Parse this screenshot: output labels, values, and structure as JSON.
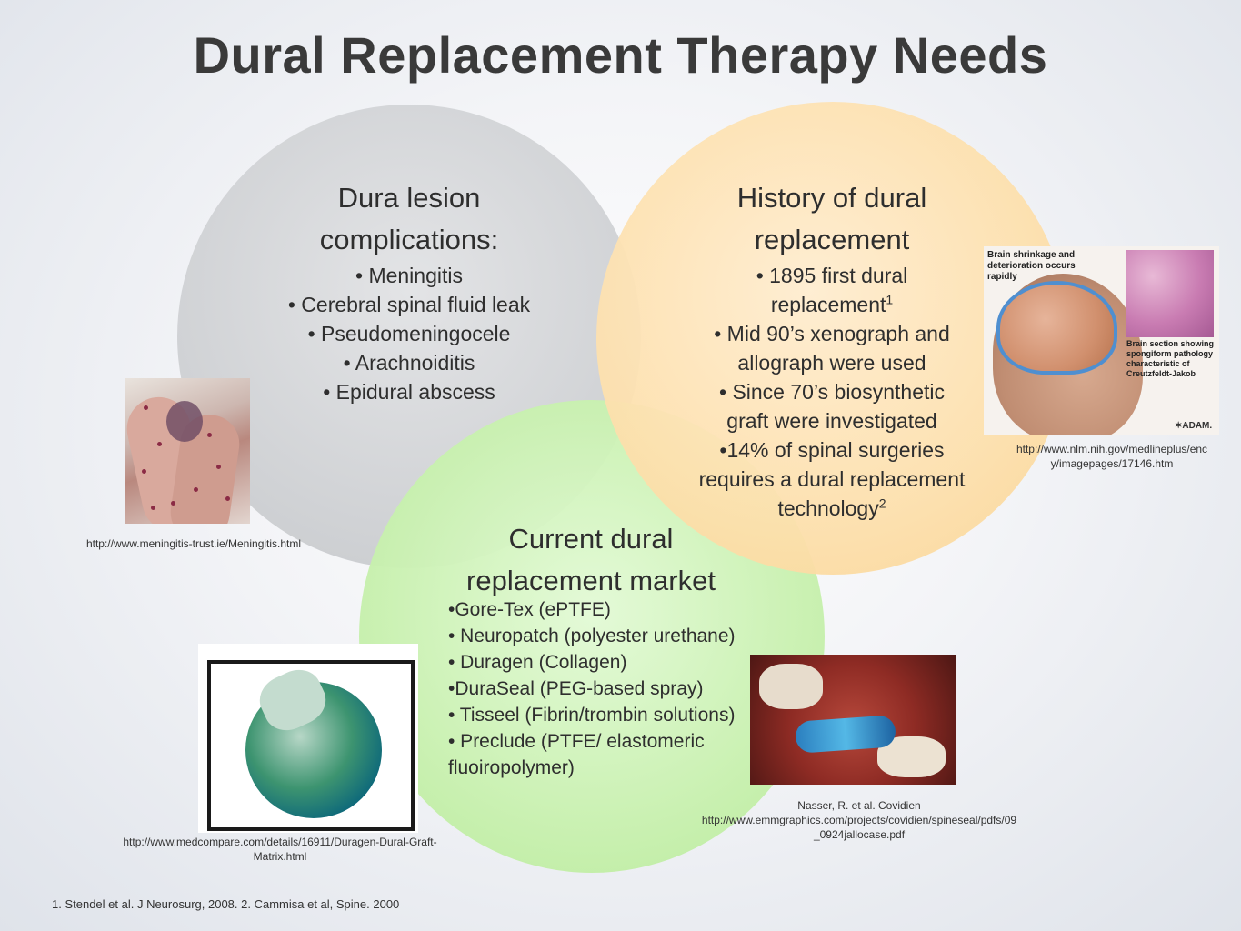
{
  "title": "Dural Replacement Therapy Needs",
  "gray_circle": {
    "heading_line1": "Dura lesion",
    "heading_line2": "complications:",
    "items": [
      "• Meningitis",
      "• Cerebral spinal fluid leak",
      "• Pseudomeningocele",
      "• Arachnoiditis",
      "• Epidural abscess"
    ]
  },
  "orange_circle": {
    "heading_line1": "History of dural",
    "heading_line2": "replacement",
    "item1_line1": "• 1895 first dural",
    "item1_line2": "replacement",
    "item1_sup": "1",
    "item2_line1": "• Mid 90’s xenograph and",
    "item2_line2": "allograph were used",
    "item3_line1": "• Since 70’s biosynthetic",
    "item3_line2": "graft were investigated",
    "item4_line1": "•14% of spinal surgeries",
    "item4_line2": "requires a dural replacement",
    "item4_line3": "technology",
    "item4_sup": "2"
  },
  "green_circle": {
    "heading_line1": "Current dural",
    "heading_line2": "replacement  market",
    "items": [
      "•Gore-Tex (ePTFE)",
      "• Neuropatch (polyester urethane)",
      "• Duragen (Collagen)",
      "•DuraSeal (PEG-based spray)",
      "• Tisseel (Fibrin/trombin solutions)",
      "• Preclude (PTFE/ elastomeric fluoiropolymer)"
    ]
  },
  "images": {
    "brain": {
      "caption_top": "Brain shrinkage and deterioration occurs rapidly",
      "caption_side": "Brain section showing spongiform pathology characteristic of Creutzfeldt-Jakob",
      "logo": "✶ADAM."
    }
  },
  "credits": {
    "meningitis": "http://www.meningitis-trust.ie/Meningitis.html",
    "nlm_line1": "http://www.nlm.nih.gov/medlineplus/enc",
    "nlm_line2": "y/imagepages/17146.htm",
    "medcompare_line1": "http://www.medcompare.com/details/16911/Duragen-Dural-Graft-",
    "medcompare_line2": "Matrix.html",
    "nasser_line1": "Nasser, R. et al. Covidien",
    "nasser_line2": "http://www.emmgraphics.com/projects/covidien/spineseal/pdfs/09",
    "nasser_line3": "_0924jallocase.pdf"
  },
  "footnote": "1. Stendel et al. J Neurosurg, 2008. 2. Cammisa et al, Spine. 2000"
}
